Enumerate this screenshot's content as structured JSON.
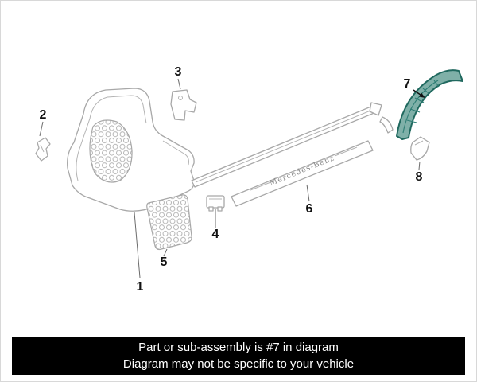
{
  "page": {
    "background": "#ffffff",
    "border_color": "#d8d8d8"
  },
  "diagram": {
    "line_color": "#a8a8a8",
    "leader_color": "#6b6b6b",
    "label_color": "#111111",
    "highlight": {
      "fill": "#7fb0a8",
      "stroke": "#20695f"
    },
    "sill_plate_text": "Mercedes-Benz",
    "parts": [
      {
        "number": "1"
      },
      {
        "number": "2"
      },
      {
        "number": "3"
      },
      {
        "number": "4"
      },
      {
        "number": "5"
      },
      {
        "number": "6"
      },
      {
        "number": "7",
        "highlighted": true
      },
      {
        "number": "8"
      }
    ]
  },
  "banner": {
    "line1": "Part or sub-assembly is #7 in diagram",
    "line2": "Diagram may not be specific to your vehicle",
    "bg": "#000000",
    "color": "#ffffff"
  }
}
